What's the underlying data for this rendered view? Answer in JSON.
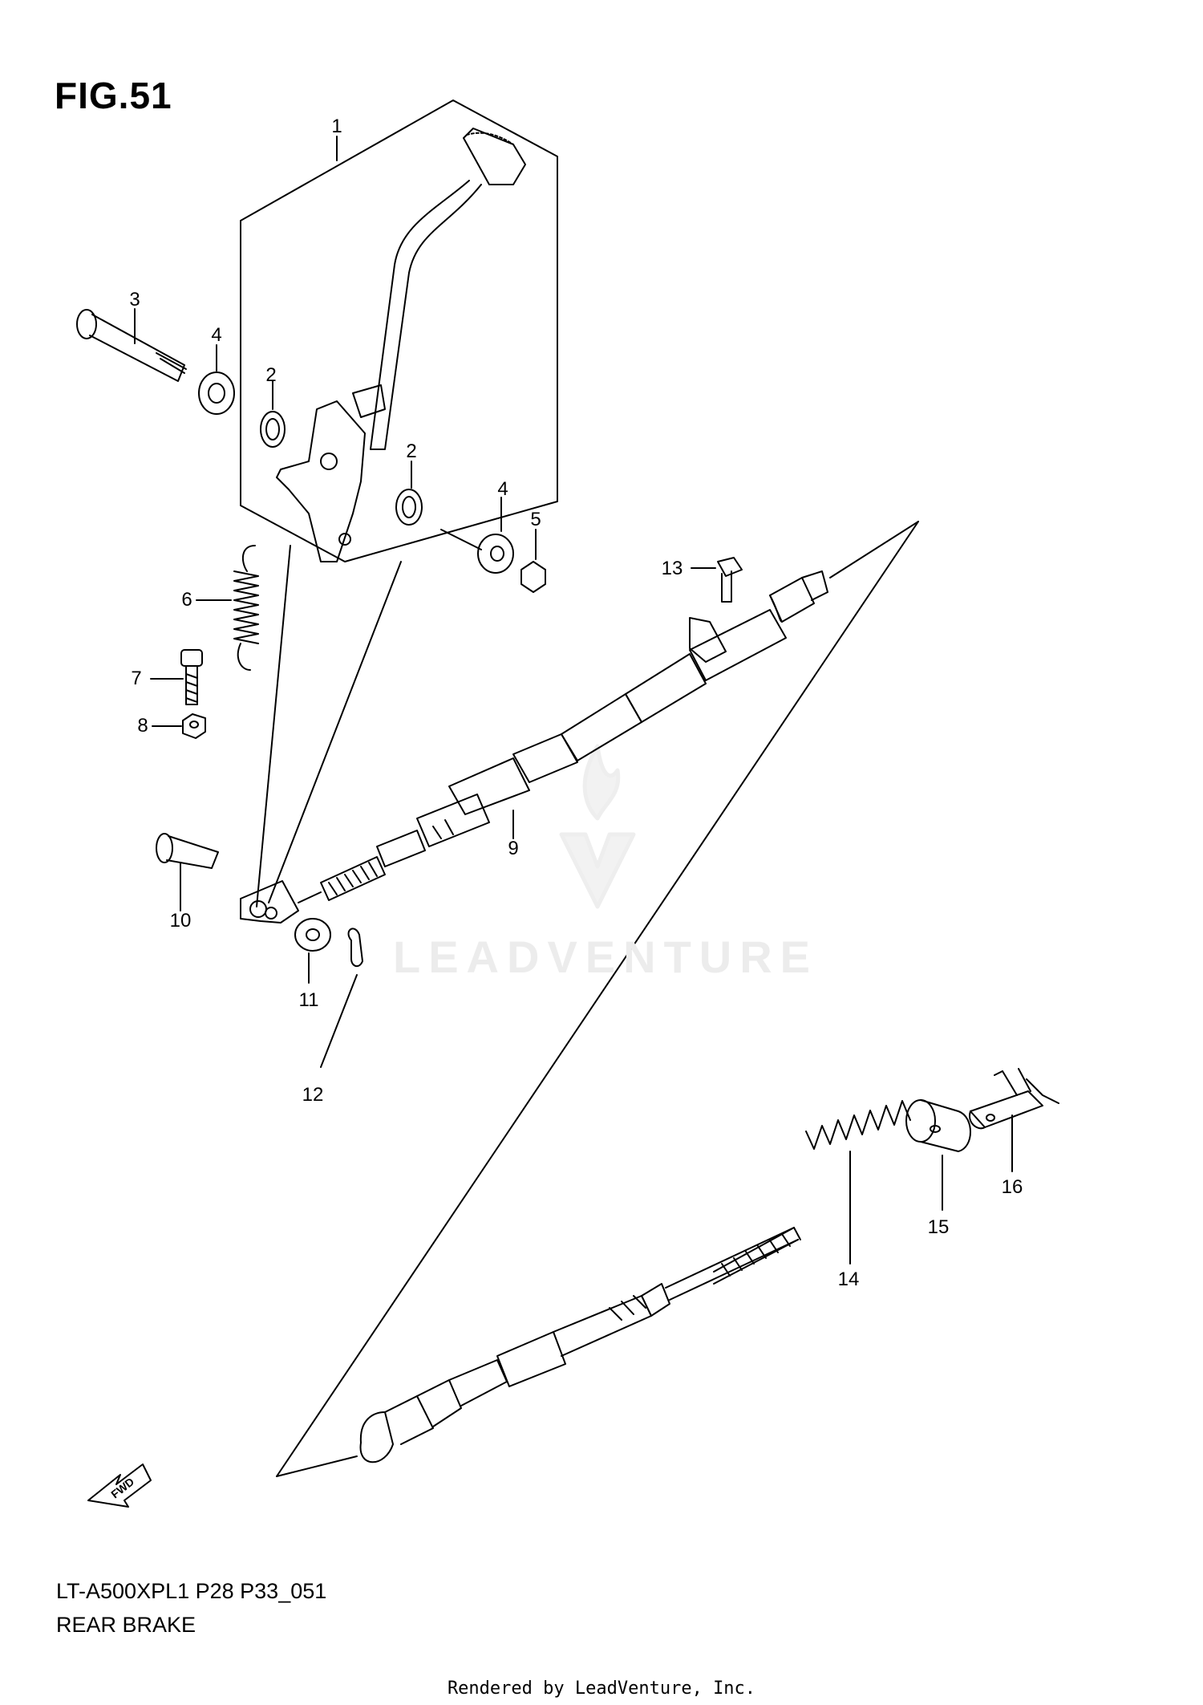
{
  "figure": {
    "title": "FIG.51"
  },
  "callouts": [
    "1",
    "2",
    "2",
    "3",
    "4",
    "4",
    "5",
    "6",
    "7",
    "8",
    "9",
    "10",
    "11",
    "12",
    "13",
    "14",
    "15",
    "16"
  ],
  "direction_label": "FWD",
  "watermark": "LEADVENTURE",
  "footer": {
    "model_code": "LT-A500XPL1 P28 P33_051",
    "section_title": "REAR BRAKE",
    "credit": "Rendered by LeadVenture, Inc."
  }
}
